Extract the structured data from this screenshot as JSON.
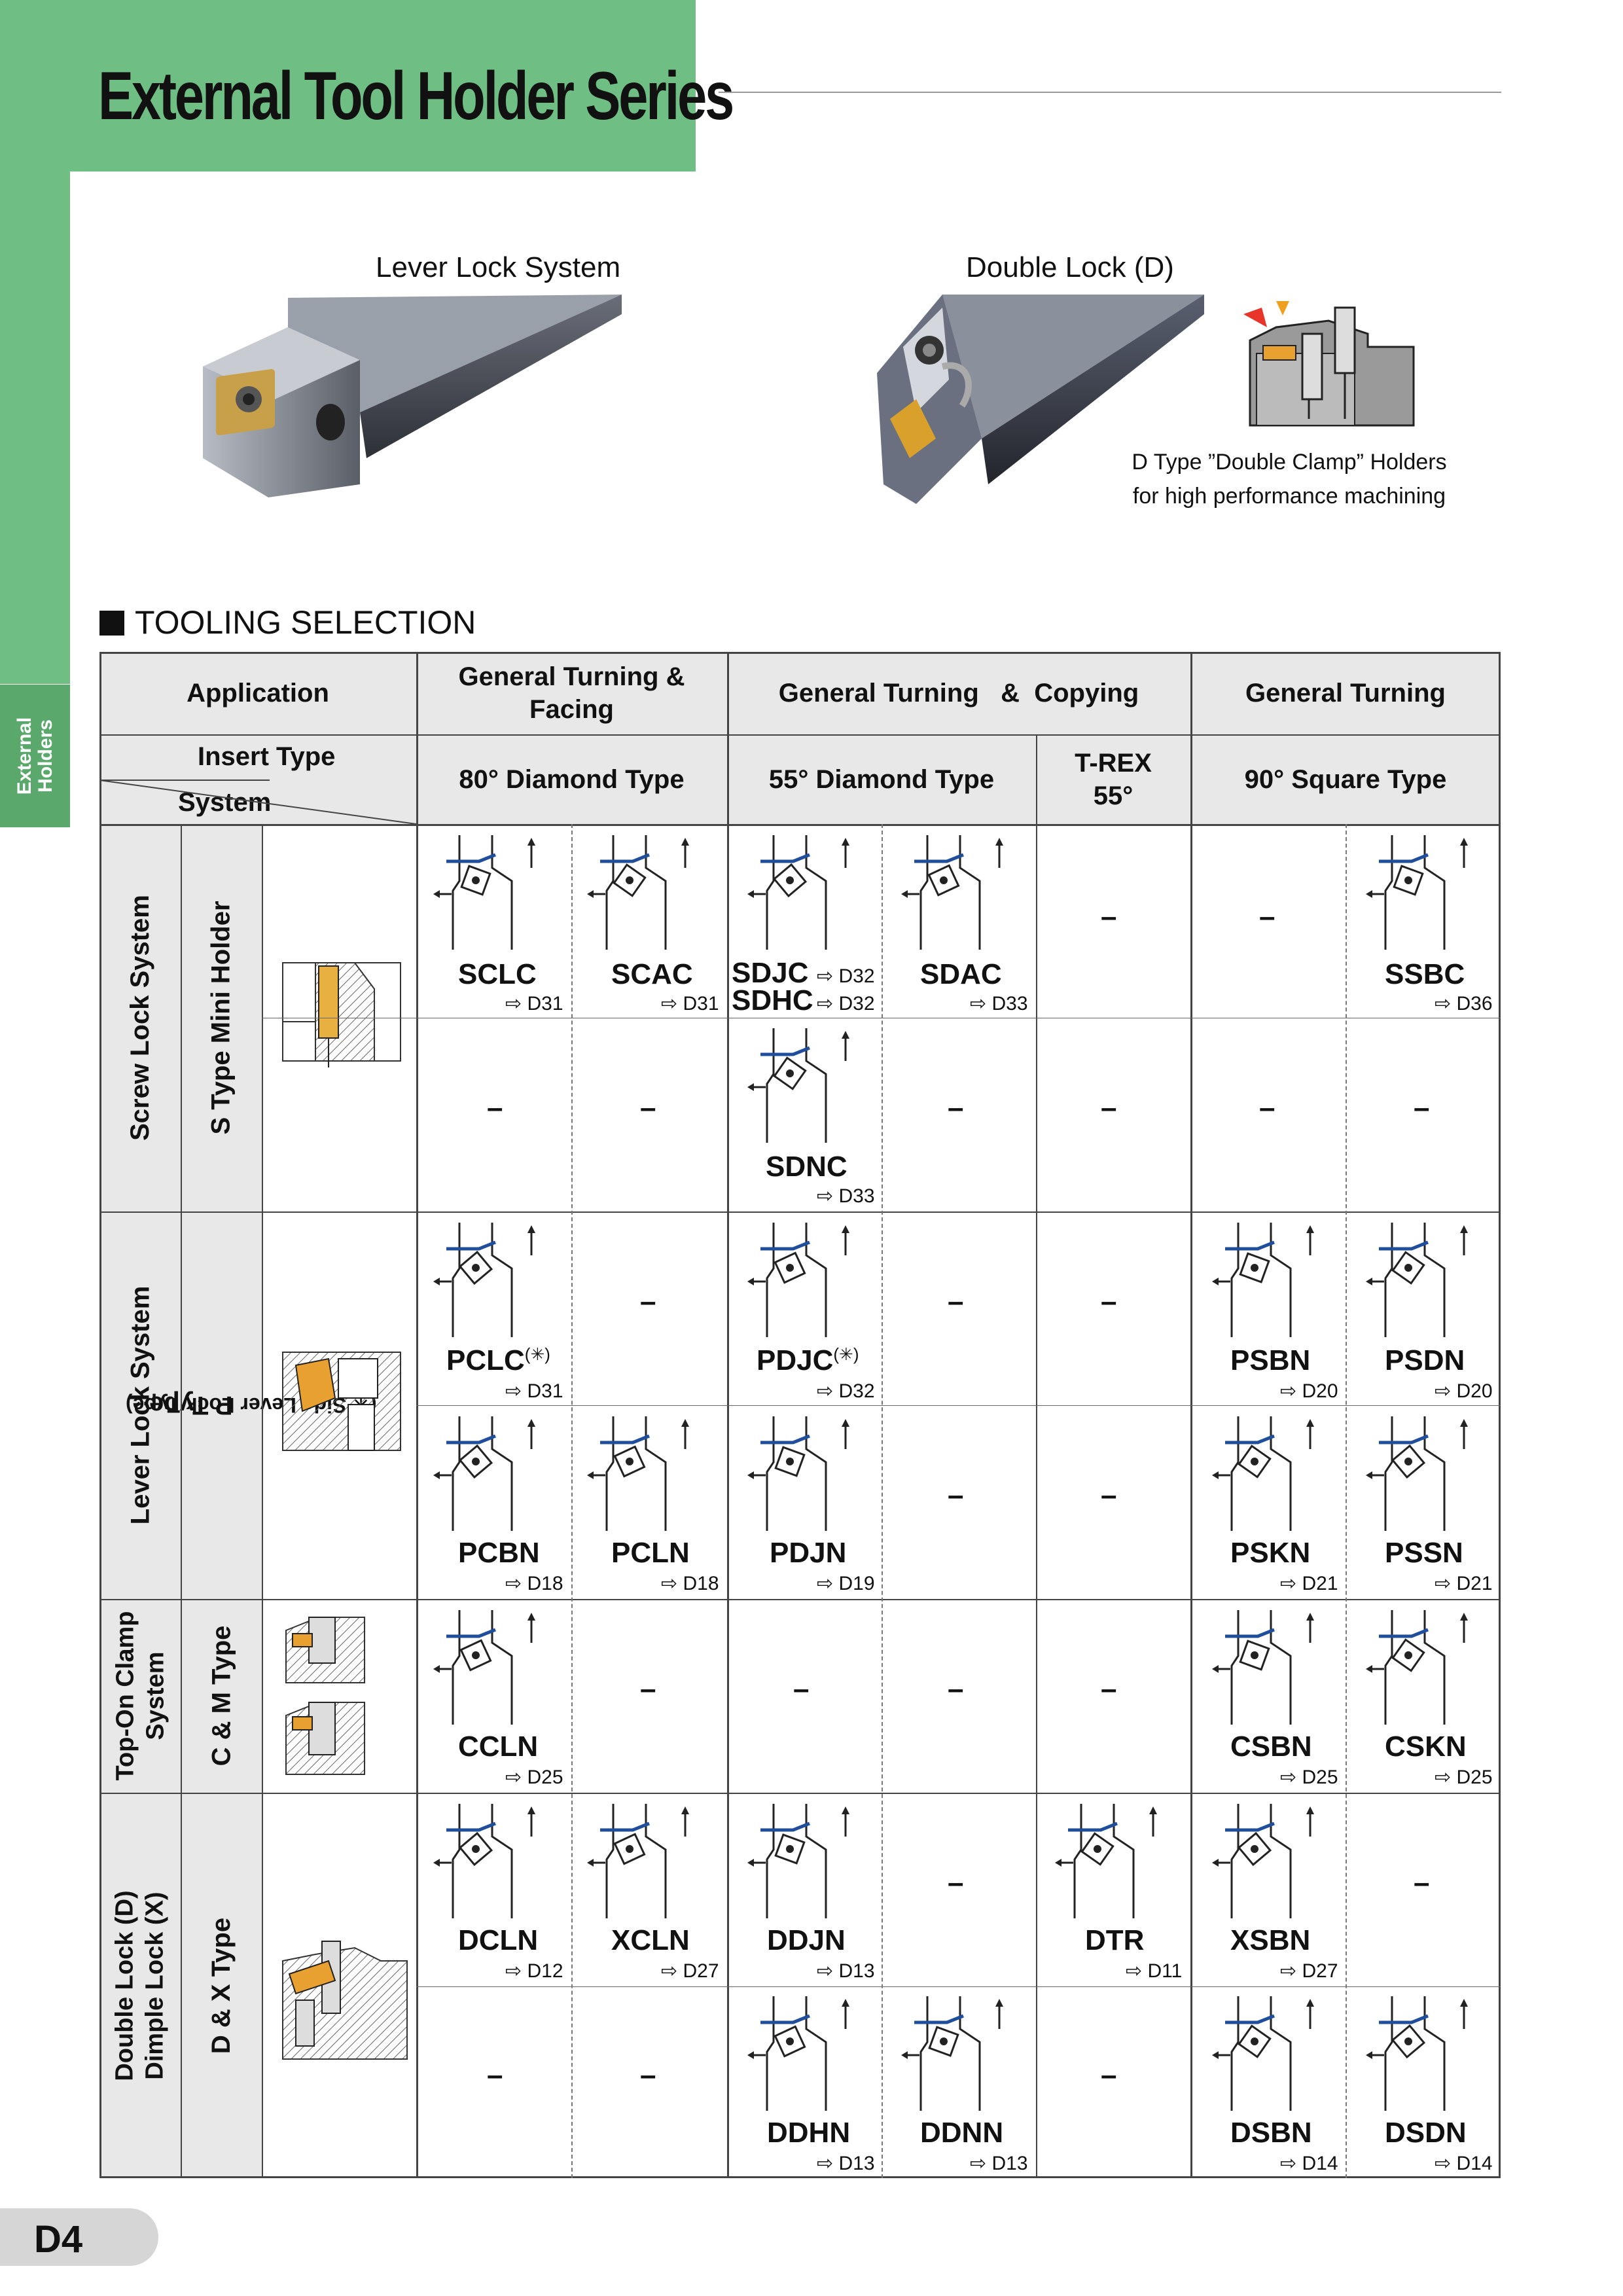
{
  "header": {
    "title": "External Tool Holder Series"
  },
  "side_tab": {
    "label": "External\nHolders"
  },
  "page_number": "D4",
  "photos": {
    "lever_lock": {
      "caption": "Lever Lock System"
    },
    "double_lock": {
      "caption": "Double Lock (D)",
      "note_line1": "D  Type ”Double Clamp” Holders",
      "note_line2": "for high performance machining"
    }
  },
  "section": {
    "title": "TOOLING SELECTION"
  },
  "table": {
    "header": {
      "application": "Application",
      "insert_type": "Insert Type",
      "system": "System",
      "app_general_turning_facing": "General Turning &\nFacing",
      "app_general_turning_copying": "General Turning   &  Copying",
      "app_general_turning": "General Turning",
      "insert_80": "80° Diamond Type",
      "insert_55": "55° Diamond Type",
      "insert_trex": "T-REX\n55°",
      "insert_90": "90° Square Type"
    },
    "systems": {
      "screw": {
        "system": "Screw Lock System",
        "type": "S  Type Mini Holder"
      },
      "lever": {
        "system": "Lever Lock System",
        "type": "P  Type",
        "type_sub": "(✳ Side Lever Lock Type)"
      },
      "topon": {
        "system": "Top-On Clamp\nSystem",
        "type": "C & M Type"
      },
      "double": {
        "system": "Double Lock (D)\nDimple Lock (X)",
        "type": "D & X  Type"
      }
    },
    "dash": "–",
    "ref_arrow": "⇨",
    "items": {
      "sclc": {
        "code": "SCLC",
        "ref": "D31"
      },
      "scac": {
        "code": "SCAC",
        "ref": "D31"
      },
      "sdjc": {
        "code": "SDJC",
        "ref": "D32"
      },
      "sdhc": {
        "code": "SDHC",
        "ref": "D32"
      },
      "sdac": {
        "code": "SDAC",
        "ref": "D33"
      },
      "ssbc": {
        "code": "SSBC",
        "ref": "D36"
      },
      "sdnc": {
        "code": "SDNC",
        "ref": "D33"
      },
      "pclc": {
        "code": "PCLC",
        "mark": "(✳)",
        "ref": "D31"
      },
      "pdjc": {
        "code": "PDJC",
        "mark": "(✳)",
        "ref": "D32"
      },
      "psbn": {
        "code": "PSBN",
        "ref": "D20"
      },
      "psdn": {
        "code": "PSDN",
        "ref": "D20"
      },
      "pcbn": {
        "code": "PCBN",
        "ref": "D18"
      },
      "pcln": {
        "code": "PCLN",
        "ref": "D18"
      },
      "pdjn": {
        "code": "PDJN",
        "ref": "D19"
      },
      "pskn": {
        "code": "PSKN",
        "ref": "D21"
      },
      "pssn": {
        "code": "PSSN",
        "ref": "D21"
      },
      "ccln": {
        "code": "CCLN",
        "ref": "D25"
      },
      "csbn": {
        "code": "CSBN",
        "ref": "D25"
      },
      "cskn": {
        "code": "CSKN",
        "ref": "D25"
      },
      "dcln": {
        "code": "DCLN",
        "ref": "D12"
      },
      "xcln": {
        "code": "XCLN",
        "ref": "D27"
      },
      "ddjn": {
        "code": "DDJN",
        "ref": "D13"
      },
      "dtr": {
        "code": "DTR",
        "ref": "D11"
      },
      "xsbn": {
        "code": "XSBN",
        "ref": "D27"
      },
      "ddhn": {
        "code": "DDHN",
        "ref": "D13"
      },
      "ddnn": {
        "code": "DDNN",
        "ref": "D13"
      },
      "dsbn": {
        "code": "DSBN",
        "ref": "D14"
      },
      "dsdn": {
        "code": "DSDN",
        "ref": "D14"
      }
    }
  },
  "colors": {
    "green": "#6fbf85",
    "green_dark": "#5aa86c",
    "header_gray": "#e8e8e8",
    "tool_blue": "#1f4e9c",
    "insert_gold": "#e0a020"
  }
}
